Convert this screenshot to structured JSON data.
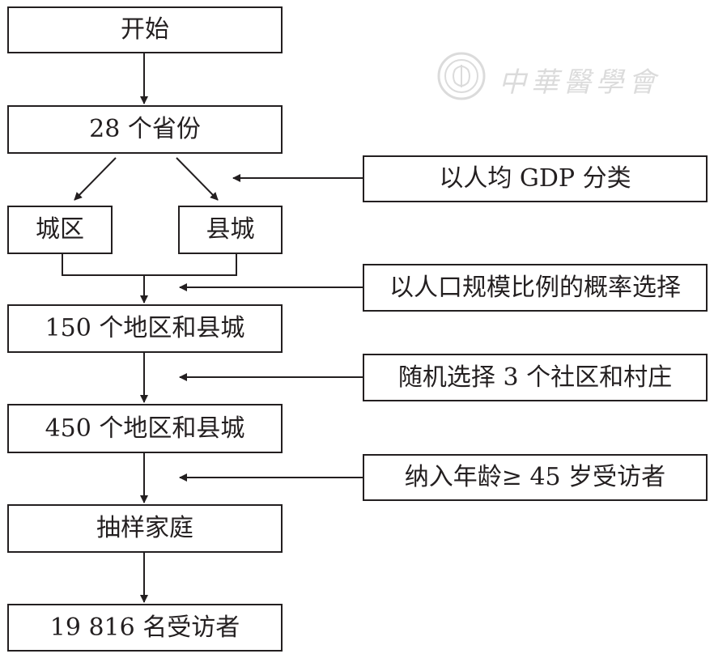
{
  "steps": {
    "start": "开始",
    "provinces": "28 个省份",
    "urban": "城区",
    "county": "县城",
    "regions150": "150 个地区和县城",
    "regions450": "450 个地区和县城",
    "households": "抽样家庭",
    "respondents": "19 816 名受访者"
  },
  "criteria": {
    "gdp": "以人均 GDP 分类",
    "population": "以人口规模比例的概率选择",
    "random": "随机选择 3 个社区和村庄",
    "age": "纳入年龄≥ 45 岁受访者"
  },
  "watermark": {
    "text": "中華醫學會"
  },
  "colors": {
    "ink": "#231f20",
    "watermark": "#9a9a9a"
  }
}
